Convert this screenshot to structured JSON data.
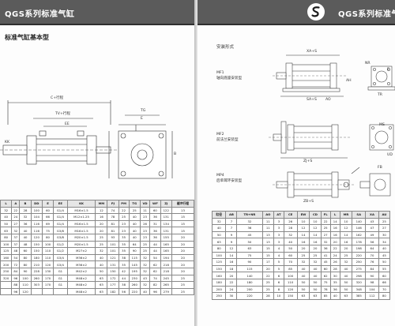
{
  "left_page": {
    "header_title": "QGS系列标准气缸",
    "section_title": "标准气缸基本型",
    "table": {
      "headers": [
        "L",
        "A",
        "B",
        "DD",
        "E",
        "EE",
        "KK",
        "MM",
        "PJ",
        "PM",
        "TG",
        "VD",
        "WF",
        "ZJ",
        "缓冲行程"
      ],
      "rows": [
        [
          "32",
          "22",
          "28",
          "100",
          "60",
          "G1/4",
          "M16×1.5",
          "12",
          "74",
          "22",
          "25",
          "11",
          "60",
          "122",
          "13"
        ],
        [
          "40",
          "24",
          "32",
          "104",
          "66",
          "G1/4",
          "M12×1.25",
          "16",
          "78",
          "25",
          "40",
          "23",
          "36",
          "131",
          "15"
        ],
        [
          "50",
          "27",
          "36",
          "116",
          "69",
          "G1/4",
          "M16×1.5",
          "20",
          "81",
          "23",
          "40",
          "26",
          "31",
          "134",
          "15"
        ],
        [
          "63",
          "32",
          "40",
          "116",
          "75",
          "G3/8",
          "M16×1.5",
          "20",
          "81",
          "23",
          "40",
          "23",
          "36",
          "131",
          "15"
        ],
        [
          "80",
          "37",
          "40",
          "120",
          "80",
          "G3/8",
          "M20×1.5",
          "25",
          "93",
          "35",
          "40",
          "23",
          "36",
          "155",
          "20"
        ],
        [
          "100",
          "37",
          "48",
          "150",
          "100",
          "G1/2",
          "M20×1.5",
          "25",
          "101",
          "35",
          "64",
          "25",
          "44",
          "165",
          "20"
        ],
        [
          "125",
          "48",
          "60",
          "150",
          "110",
          "G1/2",
          "M27×2",
          "32",
          "101",
          "35",
          "90",
          "25",
          "44",
          "165",
          "20"
        ],
        [
          "160",
          "54",
          "80",
          "180",
          "110",
          "G3/4",
          "M36×2",
          "40",
          "121",
          "38",
          "115",
          "32",
          "54",
          "194",
          "20"
        ],
        [
          "200",
          "72",
          "80",
          "210",
          "120",
          "G3/4",
          "M36×2",
          "40",
          "131",
          "35",
          "145",
          "32",
          "62",
          "218",
          "20"
        ],
        [
          "250",
          "84",
          "90",
          "228",
          "130",
          "G1",
          "M42×2",
          "50",
          "150",
          "42",
          "195",
          "32",
          "62",
          "218",
          "20"
        ],
        [
          "320",
          "96",
          "100",
          "260",
          "170",
          "G1",
          "M48×2",
          "63",
          "172",
          "44",
          "230",
          "43",
          "74",
          "245",
          "25"
        ],
        [
          "",
          "88",
          "110",
          "303",
          "170",
          "G1",
          "M48×2",
          "63",
          "177",
          "38",
          "260",
          "32",
          "82",
          "265",
          "25"
        ],
        [
          "",
          "96",
          "120",
          "",
          "",
          "",
          "M48×2",
          "63",
          "182",
          "56",
          "220",
          "40",
          "96",
          "279",
          "25"
        ]
      ]
    },
    "drawing_labels": {
      "c_plus_stroke": "C+行程",
      "tv_plus_stroke": "TV+行程",
      "ee": "EE",
      "e": "E",
      "tg": "TG",
      "b": "B",
      "kk": "KK"
    }
  },
  "right_page": {
    "header_title": "QGS系列标准气缸",
    "mount_heading": "安装形式",
    "mounts": [
      {
        "code": "MF1",
        "name": "轴向底座安装型"
      },
      {
        "code": "MF2",
        "name": "前法兰安装型"
      },
      {
        "code": "MP4",
        "name": "后单耳环安装型"
      }
    ],
    "drawing_labels": {
      "xa_plus_s": "XA+S",
      "sa_plus_s": "SA+S",
      "zj_plus_s": "ZJ+S",
      "zb_plus_s": "ZB+S",
      "nr": "NR",
      "ms": "MS",
      "ao": "AO",
      "ah": "AH",
      "tr": "TR",
      "e": "E",
      "fb": "FB",
      "ud": "UD"
    },
    "table": {
      "headers": [
        "缸径",
        "AB",
        "TR+NR",
        "AO",
        "AT",
        "CE",
        "EW",
        "CD",
        "FL",
        "L",
        "MR",
        "SA",
        "XA",
        "AU"
      ],
      "rows": [
        [
          "32",
          "7",
          "32",
          "11",
          "3",
          "26",
          "10",
          "10",
          "22",
          "14",
          "10",
          "140",
          "43",
          "25"
        ],
        [
          "40",
          "7",
          "36",
          "11",
          "3",
          "28",
          "12",
          "12",
          "25",
          "16",
          "12",
          "146",
          "47",
          "27"
        ],
        [
          "50",
          "9",
          "45",
          "13",
          "3",
          "32",
          "14",
          "14",
          "27",
          "16",
          "14",
          "162",
          "49",
          "30"
        ],
        [
          "63",
          "9",
          "50",
          "13",
          "3",
          "40",
          "16",
          "16",
          "32",
          "20",
          "16",
          "178",
          "56",
          "34"
        ],
        [
          "80",
          "12",
          "63",
          "15",
          "4",
          "50",
          "20",
          "20",
          "36",
          "22",
          "20",
          "198",
          "64",
          "40"
        ],
        [
          "100",
          "14",
          "75",
          "15",
          "4",
          "60",
          "25",
          "25",
          "41",
          "24",
          "25",
          "220",
          "70",
          "45"
        ],
        [
          "125",
          "16",
          "90",
          "17",
          "5",
          "70",
          "32",
          "32",
          "45",
          "26",
          "32",
          "250",
          "76",
          "50"
        ],
        [
          "150",
          "18",
          "115",
          "20",
          "5",
          "85",
          "40",
          "40",
          "60",
          "28",
          "40",
          "275",
          "84",
          "55"
        ],
        [
          "160",
          "20",
          "140",
          "22",
          "6",
          "100",
          "40",
          "40",
          "62",
          "30",
          "40",
          "298",
          "90",
          "60"
        ],
        [
          "180",
          "22",
          "180",
          "25",
          "6",
          "110",
          "50",
          "50",
          "75",
          "35",
          "50",
          "320",
          "98",
          "66"
        ],
        [
          "200",
          "24",
          "200",
          "25",
          "8",
          "120",
          "50",
          "50",
          "78",
          "36",
          "50",
          "348",
          "104",
          "70"
        ],
        [
          "250",
          "30",
          "220",
          "28",
          "10",
          "150",
          "63",
          "63",
          "85",
          "40",
          "63",
          "385",
          "112",
          "80"
        ]
      ]
    }
  },
  "colors": {
    "header_bg": "#5b5b5b",
    "header_border": "#2e2e2e",
    "logo_accent": "#1a1a1a"
  }
}
